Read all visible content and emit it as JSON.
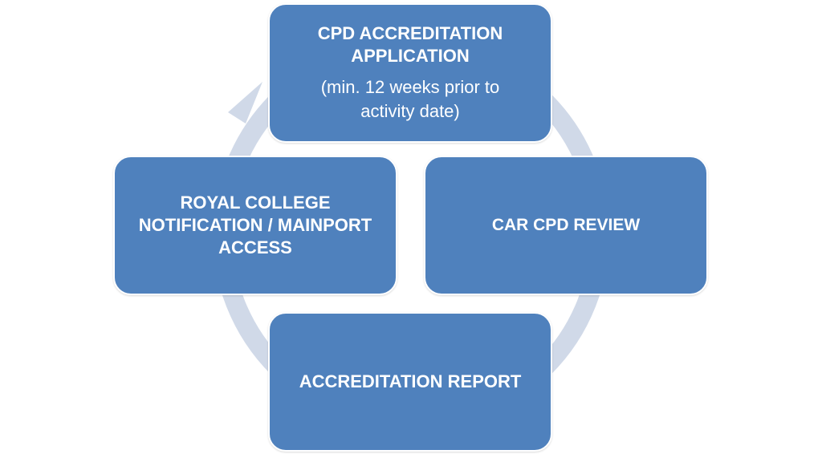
{
  "diagram": {
    "ring_color": "#d0d9e8",
    "box_color": "#4f81bd",
    "steps": [
      {
        "id": "application",
        "title": "CPD ACCREDITATION\nAPPLICATION",
        "subtitle": "(min. 12 weeks prior to\nactivity date)"
      },
      {
        "id": "review",
        "title": "CAR CPD REVIEW"
      },
      {
        "id": "report",
        "title": "ACCREDITATION REPORT"
      },
      {
        "id": "notification",
        "title": "ROYAL COLLEGE\nNOTIFICATION / MAINPORT\nACCESS"
      }
    ]
  }
}
